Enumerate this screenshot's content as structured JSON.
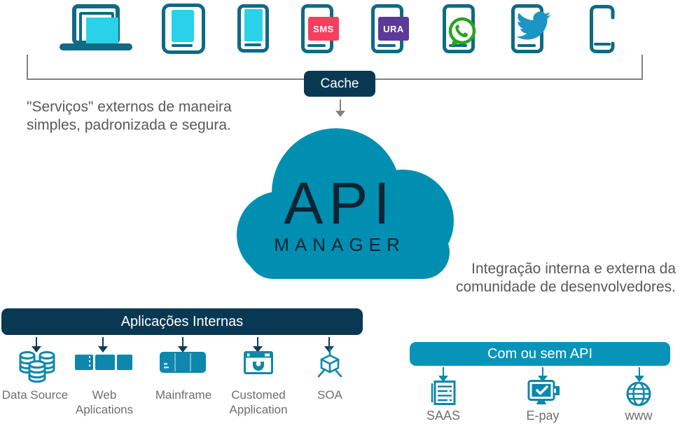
{
  "colors": {
    "device_outline": "#0e6a85",
    "device_screen": "#29d2e9",
    "navy": "#093853",
    "cloud_teal": "#008fb1",
    "bar_teal": "#0894ba",
    "icon_teal": "#0d87ab",
    "sms_badge": "#f63e5e",
    "ura_badge": "#5b3a9a",
    "whatsapp_green": "#27a520",
    "twitter_blue": "#1b95c4",
    "note_gray": "#58595b",
    "label_gray": "#6d6e70",
    "line_gray": "#808285"
  },
  "top": {
    "cache_label": "Cache",
    "badges": {
      "sms": "SMS",
      "ura": "URA"
    }
  },
  "left_note": {
    "line1": "\"Serviços\" externos de maneira",
    "line2": "simples, padronizada e segura."
  },
  "cloud": {
    "title": "API",
    "subtitle": "MANAGER"
  },
  "right_note": {
    "line1": "Integração interna e externa da",
    "line2": "comunidade de desenvolvedores."
  },
  "internal": {
    "title": "Aplicações Internas",
    "items": [
      {
        "label": "Data Source"
      },
      {
        "label": "Web Aplications"
      },
      {
        "label": "Mainframe"
      },
      {
        "label": "Customed Application"
      },
      {
        "label": "SOA"
      }
    ]
  },
  "external": {
    "title": "Com ou sem API",
    "items": [
      {
        "label": "SAAS"
      },
      {
        "label": "E-pay"
      },
      {
        "label": "www"
      }
    ]
  }
}
